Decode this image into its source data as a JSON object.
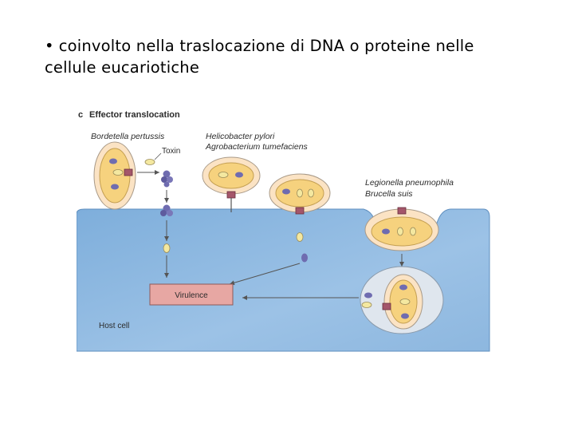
{
  "slide": {
    "bullet": "•",
    "line1": "coinvolto nella traslocazione di DNA o proteine nelle",
    "line2": "cellule eucariotiche"
  },
  "figure": {
    "panel_letter": "c",
    "title": "Effector translocation",
    "bacteria": {
      "bordetella": "Bordetella pertussis",
      "helicobacter": "Helicobacter pylori",
      "agrobacterium": "Agrobacterium tumefaciens",
      "legionella": "Legionella pneumophila",
      "brucella": "Brucella suis"
    },
    "toxin_label": "Toxin",
    "virulence_label": "Virulence",
    "host_cell_label": "Host cell",
    "colors": {
      "host_cell": "#8fb8e0",
      "bacterium_outer": "#fbe3c4",
      "bacterium_inner": "#f6d27e",
      "virulence_box": "#e7a7a3",
      "effector_yellow": "#f4e8a0",
      "effector_purple": "#6f6cb0",
      "secretion_system": "#a4566a"
    }
  }
}
